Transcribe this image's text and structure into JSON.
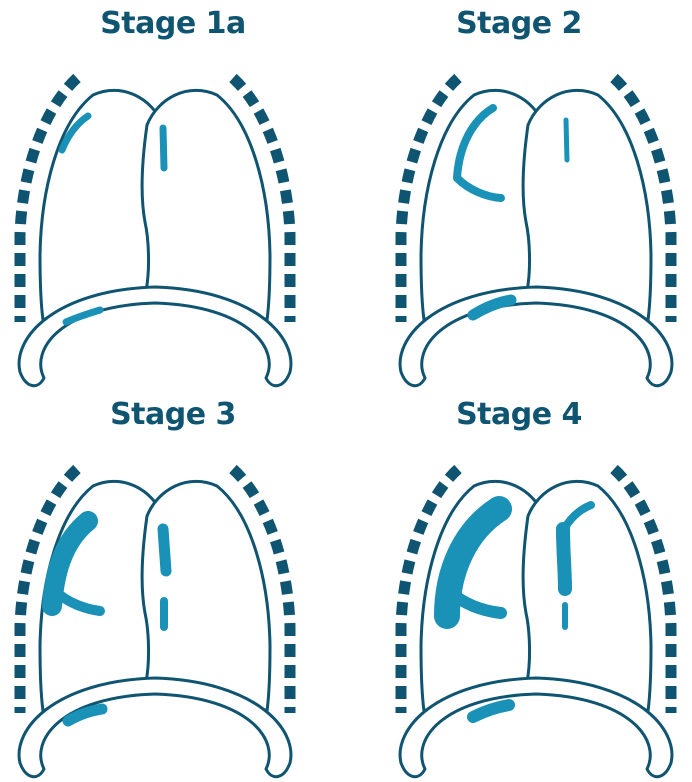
{
  "colors": {
    "outline": "#0f5470",
    "lesion": "#1a91b7",
    "background": "#ffffff"
  },
  "panels": [
    {
      "label": "Stage 1a"
    },
    {
      "label": "Stage 2"
    },
    {
      "label": "Stage 3"
    },
    {
      "label": "Stage 4"
    }
  ]
}
